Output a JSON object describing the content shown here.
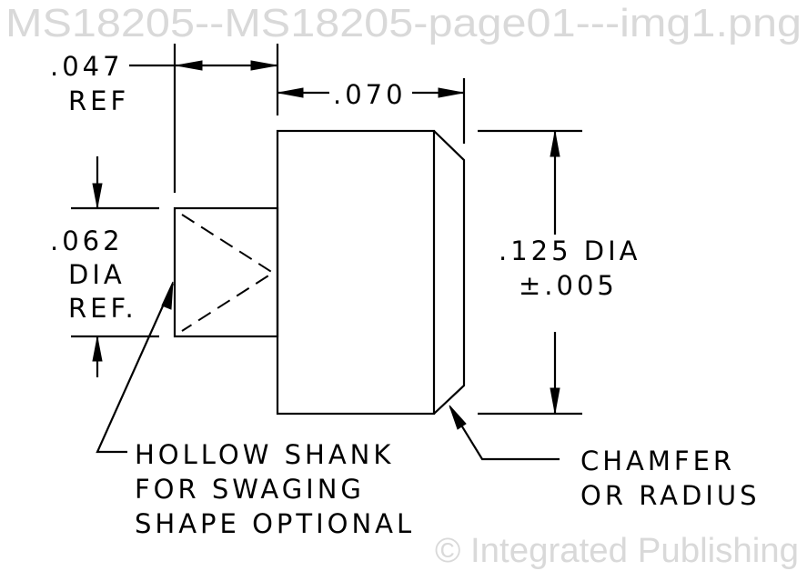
{
  "dimensions": {
    "shank_length": {
      "value": ".047",
      "note": "REF"
    },
    "head_length": {
      "value": ".070"
    },
    "shank_dia": {
      "value": ".062",
      "line2": "DIA",
      "note": "REF."
    },
    "head_dia": {
      "value": ".125 DIA",
      "tolerance": "±.005"
    }
  },
  "notes": {
    "hollow_shank": [
      "HOLLOW SHANK",
      "FOR SWAGING",
      "SHAPE OPTIONAL"
    ],
    "chamfer": [
      "CHAMFER",
      "OR RADIUS"
    ]
  },
  "watermark": {
    "line1": "© Integrated Publishing",
    "line2": "MS18205--MS18205-page01---img1.png"
  }
}
